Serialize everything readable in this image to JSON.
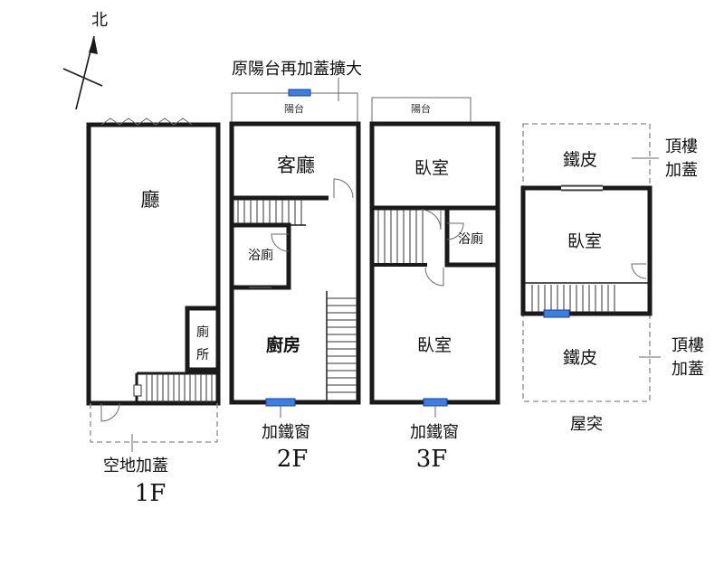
{
  "compass": {
    "north_label": "北"
  },
  "notes": {
    "balcony_extension": "原陽台再加蓋擴大",
    "iron_window_2f": "加鐵窗",
    "iron_window_3f": "加鐵窗",
    "vacant_land": "空地加蓋",
    "rooftop_addition_top": "頂樓\n加蓋",
    "rooftop_addition_bottom": "頂樓\n加蓋",
    "rooftop_addition_top_l1": "頂樓",
    "rooftop_addition_top_l2": "加蓋",
    "rooftop_addition_bottom_l1": "頂樓",
    "rooftop_addition_bottom_l2": "加蓋"
  },
  "floors": {
    "f1": {
      "label": "1F",
      "hall": "廳",
      "toilet_l1": "廁",
      "toilet_l2": "所"
    },
    "f2": {
      "label": "2F",
      "balcony": "陽台",
      "living_room": "客廳",
      "bathroom": "浴廁",
      "kitchen": "廚房"
    },
    "f3": {
      "label": "3F",
      "balcony": "陽台",
      "bedroom_north": "臥室",
      "bathroom": "浴廁",
      "bedroom_south": "臥室"
    },
    "roof": {
      "label": "屋突",
      "iron_sheet_north": "鐵皮",
      "bedroom": "臥室",
      "iron_sheet_south": "鐵皮"
    }
  }
}
